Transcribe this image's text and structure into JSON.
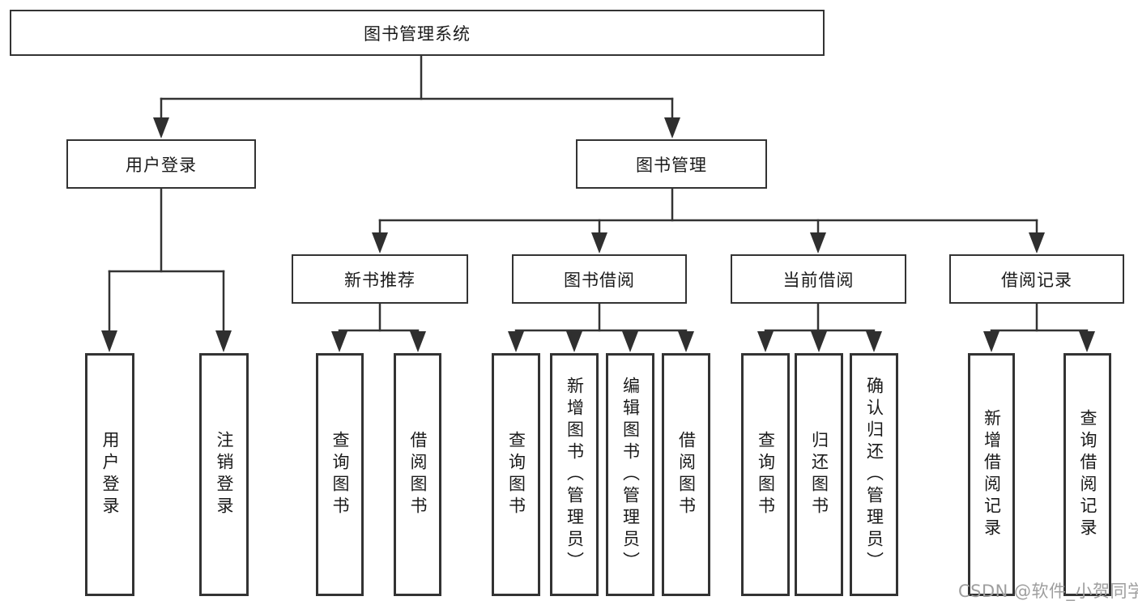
{
  "diagram": {
    "type": "tree",
    "orientation": "top-down"
  },
  "tree": {
    "root": {
      "label": "图书管理系统",
      "children": [
        {
          "label": "用户登录",
          "children": [
            {
              "label": "用户登录"
            },
            {
              "label": "注销登录"
            }
          ]
        },
        {
          "label": "图书管理",
          "children": [
            {
              "label": "新书推荐",
              "children": [
                {
                  "label": "查询图书"
                },
                {
                  "label": "借阅图书"
                }
              ]
            },
            {
              "label": "图书借阅",
              "children": [
                {
                  "label": "查询图书"
                },
                {
                  "label": "新增图书（管理员）"
                },
                {
                  "label": "编辑图书（管理员）"
                },
                {
                  "label": "借阅图书"
                }
              ]
            },
            {
              "label": "当前借阅",
              "children": [
                {
                  "label": "查询图书"
                },
                {
                  "label": "归还图书"
                },
                {
                  "label": "确认归还（管理员）"
                }
              ]
            },
            {
              "label": "借阅记录",
              "children": [
                {
                  "label": "新增借阅记录"
                },
                {
                  "label": "查询借阅记录"
                }
              ]
            }
          ]
        }
      ]
    }
  },
  "watermark": {
    "text": "CSDN @软件_小贺同学"
  },
  "colors": {
    "background": "#ffffff",
    "box_fill": "#ffffff",
    "box_border": "#333333",
    "line": "#333333",
    "arrow": "#2f2f2f",
    "text": "#1a1a1a",
    "watermark": "#9e9e9e"
  }
}
